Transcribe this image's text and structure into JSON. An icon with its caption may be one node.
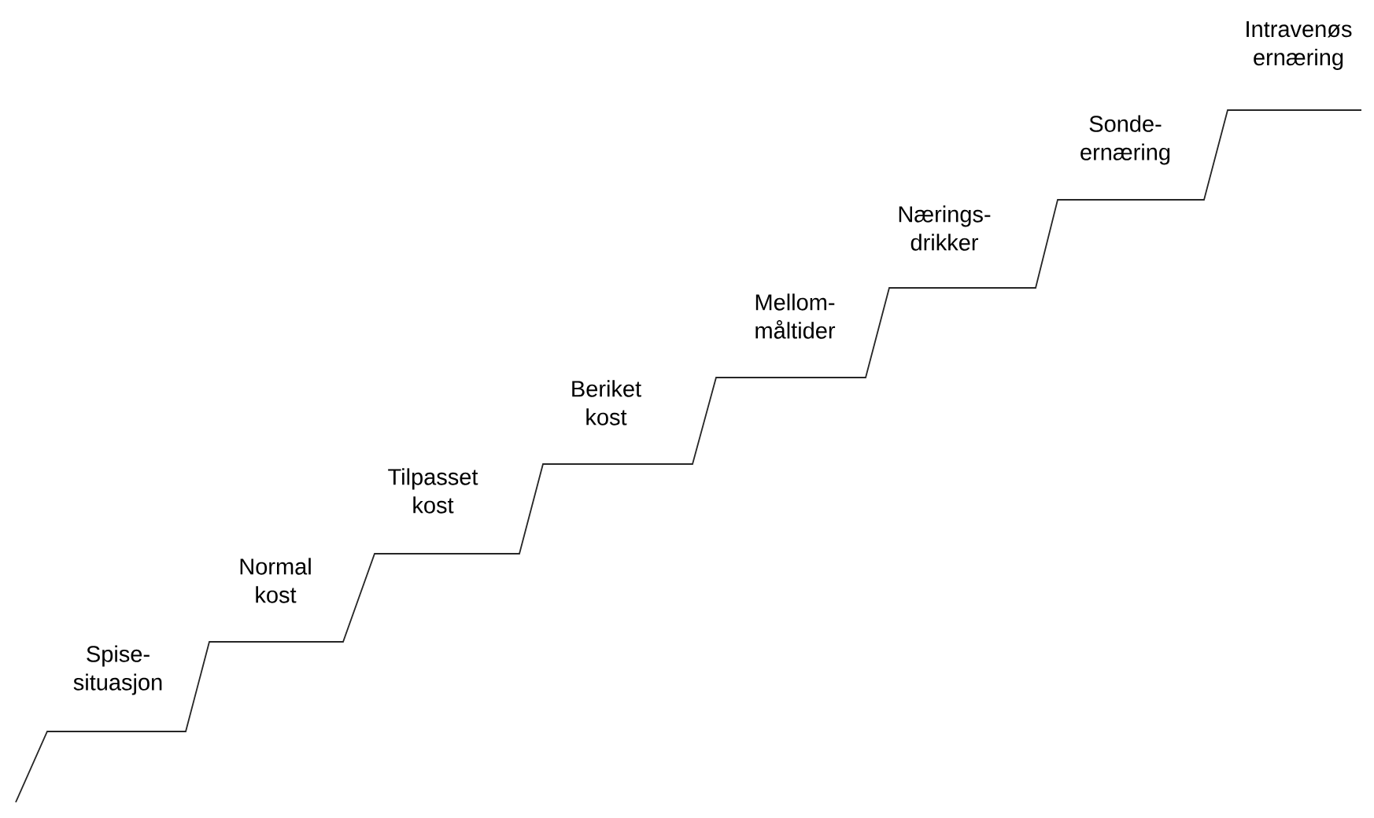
{
  "diagram": {
    "labels": [
      "Spise- situasjon",
      "Normal kost",
      "Tilpasset kost",
      "Beriket kost",
      "Mellom- måltider",
      "Nærings- drikker",
      "Sonde- ernæring",
      "Intravenøs ernæring"
    ]
  }
}
